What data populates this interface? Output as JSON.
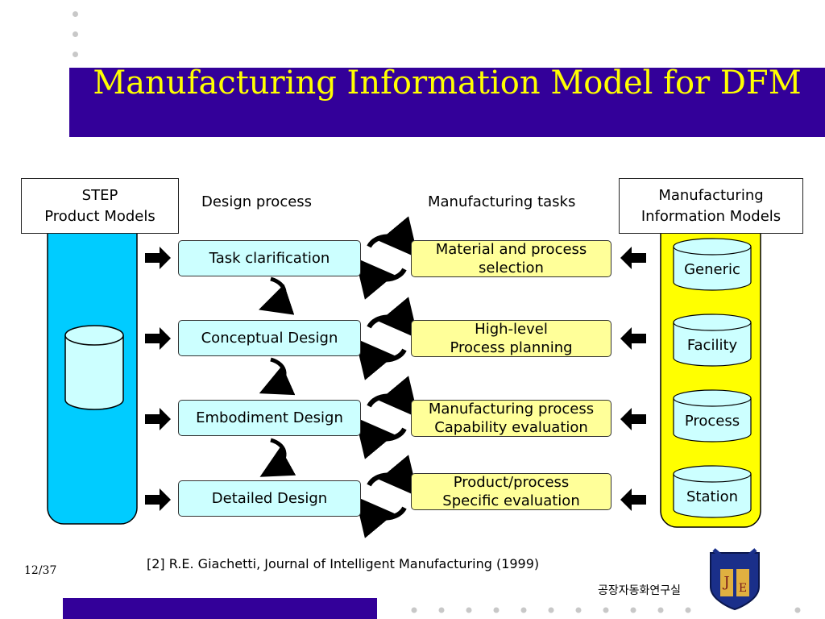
{
  "title": "Manufacturing Information Model for DFM",
  "step_box": {
    "line1": "STEP",
    "line2": "Product Models"
  },
  "mim_box": {
    "line1": "Manufacturing",
    "line2": "Information Models"
  },
  "columns": {
    "design": "Design process",
    "tasks": "Manufacturing tasks"
  },
  "design_steps": [
    "Task clarification",
    "Conceptual Design",
    "Embodiment Design",
    "Detailed Design"
  ],
  "mfg_tasks": [
    {
      "line1": "Material and process",
      "line2": "selection"
    },
    {
      "line1": "High-level",
      "line2": "Process planning"
    },
    {
      "line1": "Manufacturing process",
      "line2": "Capability evaluation"
    },
    {
      "line1": "Product/process",
      "line2": "Specific evaluation"
    }
  ],
  "info_models": [
    "Generic",
    "Facility",
    "Process",
    "Station"
  ],
  "reference": "[2] R.E. Giachetti, Journal of Intelligent Manufacturing (1999)",
  "page_number": "12/37",
  "lab_name": "공장자동화연구실",
  "colors": {
    "title_bar": "#330099",
    "title_text": "#ffff00",
    "left_cylinder": "#00ccff",
    "right_cylinder": "#ffff00",
    "design_box": "#ccffff",
    "task_box": "#ffff99"
  }
}
